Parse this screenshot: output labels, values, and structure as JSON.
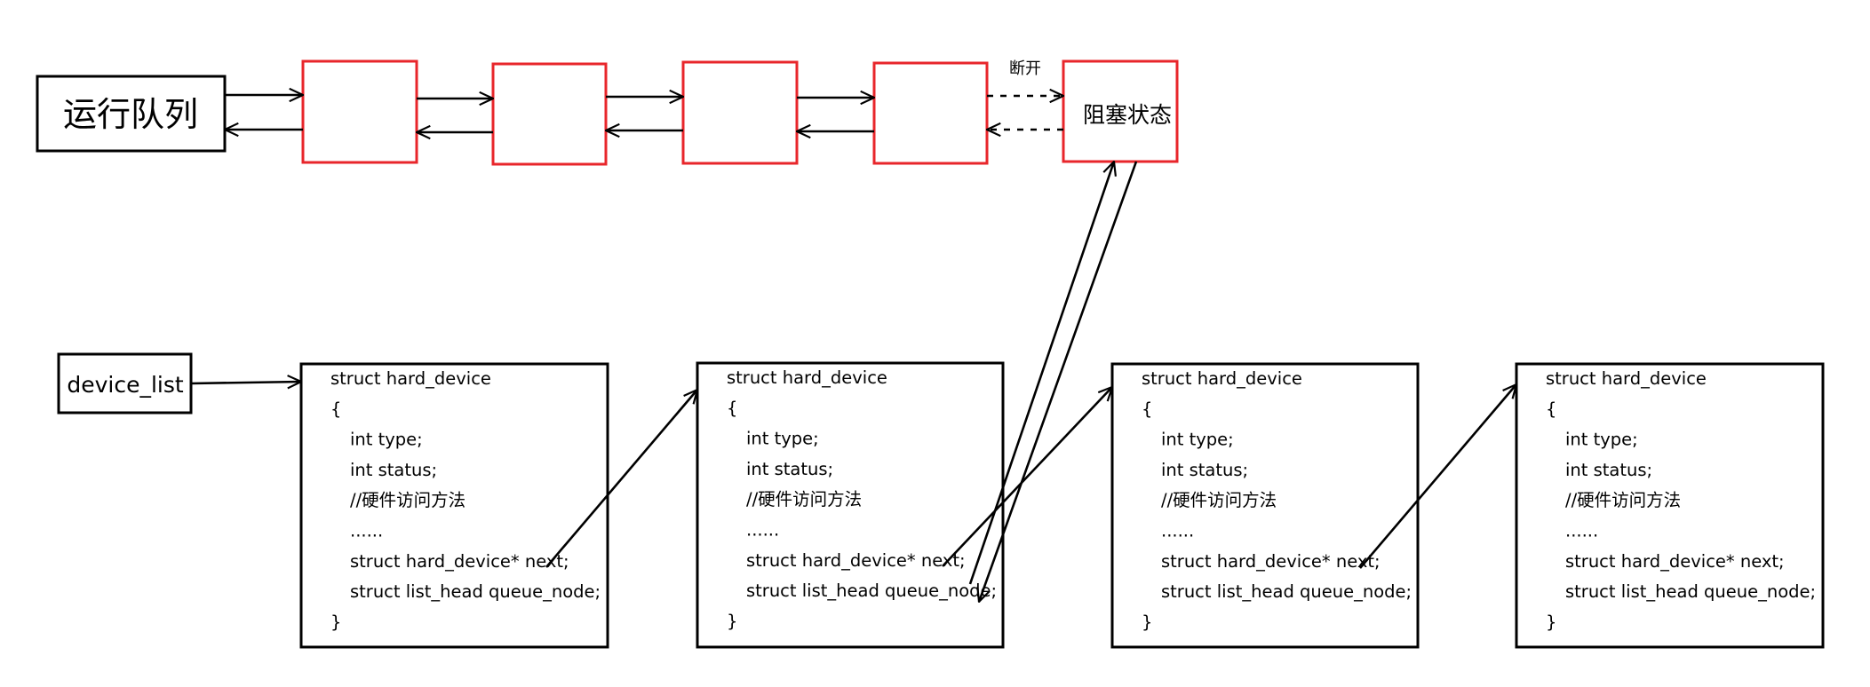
{
  "run_queue": {
    "label": "运行队列"
  },
  "blocked": {
    "label": "阻塞状态",
    "disconnect_label": "断开"
  },
  "device_list": {
    "label": "device_list"
  },
  "devices": [
    {
      "lines": [
        "struct hard_device",
        "{",
        "int type;",
        "int status;",
        "//硬件访问方法",
        "......",
        "struct hard_device* next;",
        "struct list_head queue_node;",
        "}"
      ]
    },
    {
      "lines": [
        "struct hard_device",
        "{",
        "int type;",
        "int status;",
        "//硬件访问方法",
        "......",
        "struct hard_device* next;",
        "struct list_head queue_node;",
        "}"
      ]
    },
    {
      "lines": [
        "struct hard_device",
        "{",
        "int type;",
        "int status;",
        "//硬件访问方法",
        "......",
        "struct hard_device* next;",
        "struct list_head queue_node;",
        "}"
      ]
    },
    {
      "lines": [
        "struct hard_device",
        "{",
        "int type;",
        "int status;",
        "//硬件访问方法",
        "......",
        "struct hard_device* next;",
        "struct list_head queue_node;",
        "}"
      ]
    }
  ],
  "colors": {
    "queue_node_border": "#e8262b",
    "line": "#000000",
    "background": "#ffffff"
  }
}
